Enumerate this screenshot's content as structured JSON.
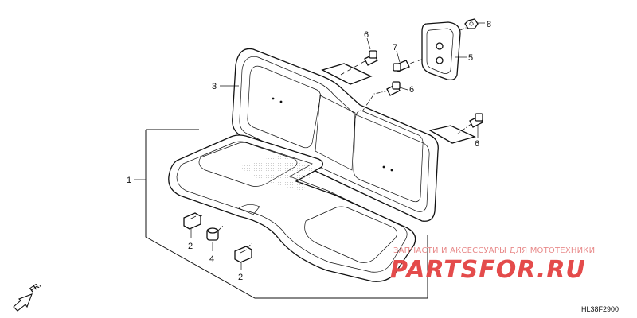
{
  "diagram": {
    "code": "HL38F2900",
    "direction_label": "FR.",
    "callouts": {
      "c1": "1",
      "c2a": "2",
      "c2b": "2",
      "c3": "3",
      "c4": "4",
      "c5": "5",
      "c6a": "6",
      "c6b": "6",
      "c6c": "6",
      "c7": "7",
      "c8": "8"
    }
  },
  "watermark": {
    "tagline": "ЗАПЧАСТИ И АКСЕССУАРЫ ДЛЯ МОТОТЕХНИКИ",
    "brand": "PARTSFOR.RU"
  }
}
